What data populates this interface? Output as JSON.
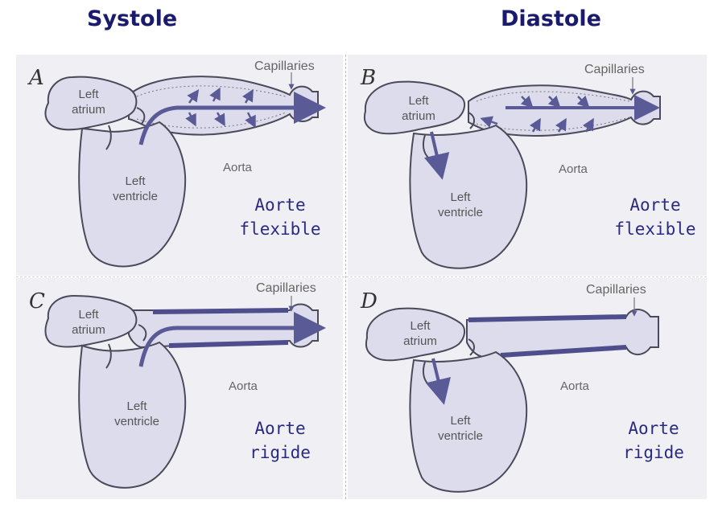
{
  "headers": {
    "systole": "Systole",
    "diastole": "Diastole"
  },
  "panels": [
    {
      "letter": "A",
      "atrium": "Left\natrium",
      "ventricle": "Left\nventricle",
      "capillaries": "Capillaries",
      "aorta": "Aorta",
      "note_line1": "Aorte",
      "note_line2": "flexible"
    },
    {
      "letter": "B",
      "atrium": "Left\natrium",
      "ventricle": "Left\nventricle",
      "capillaries": "Capillaries",
      "aorta": "Aorta",
      "note_line1": "Aorte",
      "note_line2": "flexible"
    },
    {
      "letter": "C",
      "atrium": "Left\natrium",
      "ventricle": "Left\nventricle",
      "capillaries": "Capillaries",
      "aorta": "Aorta",
      "note_line1": "Aorte",
      "note_line2": "rigide"
    },
    {
      "letter": "D",
      "atrium": "Left\natrium",
      "ventricle": "Left\nventricle",
      "capillaries": "Capillaries",
      "aorta": "Aorta",
      "note_line1": "Aorte",
      "note_line2": "rigide"
    }
  ],
  "colors": {
    "header": "#1b1b6e",
    "note": "#2a2a82",
    "arrow": "#5a5a96",
    "organ_fill": "#dcdcec",
    "organ_stroke": "#4a4a5a",
    "rigid_wall": "#4e4e8c"
  }
}
